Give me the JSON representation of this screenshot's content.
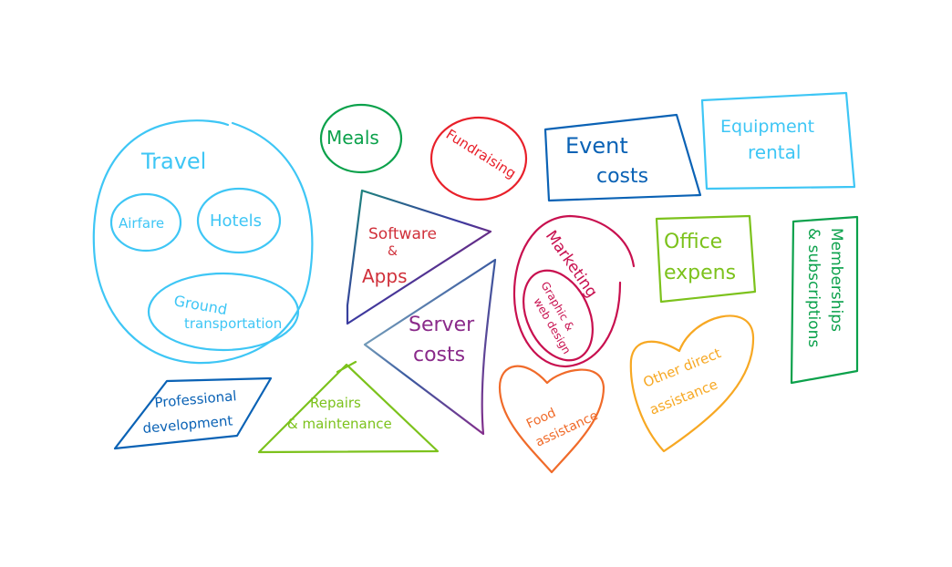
{
  "colors": {
    "light_blue": "#3ec6f5",
    "blue": "#0a62b5",
    "green": "#0ba14b",
    "lime": "#7cc21c",
    "red": "#e8202a",
    "crimson": "#c8104f",
    "purple": "#8a2a8a",
    "teal": "#1a8a7a",
    "orange": "#f06b2a",
    "amber": "#f7a823"
  },
  "categories": {
    "travel": {
      "label": "Travel",
      "children": [
        "Airfare",
        "Hotels",
        "Ground",
        "transportation"
      ]
    },
    "meals": "Meals",
    "fundraising": "Fundraising",
    "event_costs": [
      "Event",
      "costs"
    ],
    "equipment_rental": [
      "Equipment",
      "rental"
    ],
    "software_apps": [
      "Software",
      "&",
      "Apps"
    ],
    "server_costs": [
      "Server",
      "costs"
    ],
    "marketing": {
      "label": "Marketing",
      "children": [
        "Graphic &",
        "web design"
      ]
    },
    "office_expenses": [
      "Office",
      "expens"
    ],
    "memberships": [
      "Memberships",
      "& subscriptions"
    ],
    "professional_development": [
      "Professional",
      "development"
    ],
    "repairs_maintenance": [
      "Repairs",
      "& maintenance"
    ],
    "food_assistance": [
      "Food",
      "assistance"
    ],
    "other_direct_assistance": [
      "Other direct",
      "assistance"
    ]
  }
}
